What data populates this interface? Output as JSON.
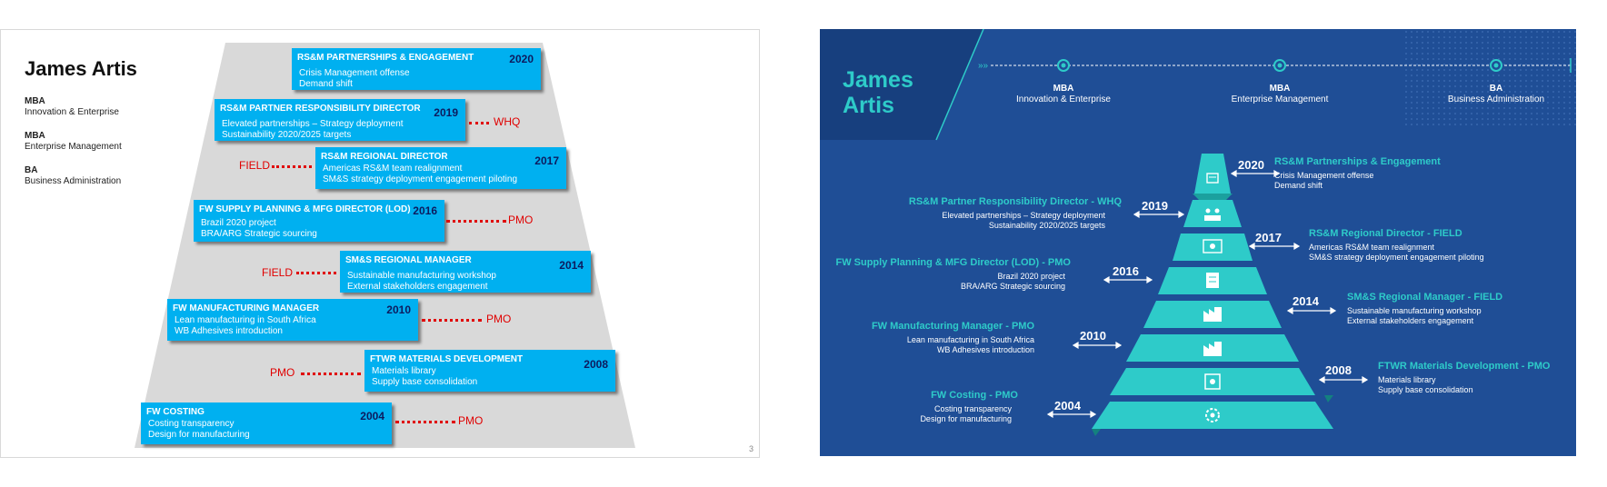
{
  "left": {
    "name": "James Artis",
    "degrees": [
      {
        "title": "MBA",
        "detail": "Innovation  & Enterprise"
      },
      {
        "title": "MBA",
        "detail": "Enterprise Management"
      },
      {
        "title": "BA",
        "detail": "Business Administration"
      }
    ],
    "roles": [
      {
        "title": "RS&M PARTNERSHIPS & ENGAGEMENT",
        "year": "2020",
        "lines": [
          "Crisis Management offense",
          "Demand shift"
        ],
        "tag": ""
      },
      {
        "title": "RS&M PARTNER RESPONSIBILITY DIRECTOR",
        "year": "2019",
        "lines": [
          "Elevated partnerships  – Strategy deployment",
          "Sustainability 2020/2025 targets"
        ],
        "tag": "WHQ"
      },
      {
        "title": "RS&M REGIONAL DIRECTOR",
        "year": "2017",
        "lines": [
          "Americas RS&M team realignment",
          "SM&S strategy deployment engagement piloting"
        ],
        "tag": "FIELD"
      },
      {
        "title": "FW SUPPLY PLANNING & MFG DIRECTOR (LOD)",
        "year": "2016",
        "lines": [
          "Brazil 2020 project",
          "BRA/ARG Strategic sourcing"
        ],
        "tag": "PMO"
      },
      {
        "title": "SM&S REGIONAL MANAGER",
        "year": "2014",
        "lines": [
          "Sustainable manufacturing workshop",
          "External stakeholders engagement"
        ],
        "tag": "FIELD"
      },
      {
        "title": "FW MANUFACTURING MANAGER",
        "year": "2010",
        "lines": [
          "Lean manufacturing  in South Africa",
          "WB Adhesives introduction"
        ],
        "tag": "PMO"
      },
      {
        "title": "FTWR MATERIALS DEVELOPMENT",
        "year": "2008",
        "lines": [
          "Materials library",
          "Supply base consolidation"
        ],
        "tag": "PMO"
      },
      {
        "title": "FW COSTING",
        "year": "2004",
        "lines": [
          "Costing transparency",
          "Design for manufacturing"
        ],
        "tag": "PMO"
      }
    ],
    "page_number": "3"
  },
  "right": {
    "name": "James Artis",
    "degrees": [
      {
        "title": "MBA",
        "detail": "Innovation  & Enterprise"
      },
      {
        "title": "MBA",
        "detail": "Enterprise Management"
      },
      {
        "title": "BA",
        "detail": "Business Administration"
      }
    ],
    "roles": [
      {
        "title": "RS&M Partnerships & Engagement",
        "year": "2020",
        "lines": [
          "Crisis Management offense",
          "Demand shift"
        ]
      },
      {
        "title": "RS&M Partner Responsibility Director - WHQ",
        "year": "2019",
        "lines": [
          "Elevated partnerships  – Strategy deployment",
          "Sustainability 2020/2025 targets"
        ]
      },
      {
        "title": "RS&M Regional Director - FIELD",
        "year": "2017",
        "lines": [
          "Americas RS&M team realignment",
          "SM&S strategy deployment engagement piloting"
        ]
      },
      {
        "title": "FW Supply Planning & MFG Director (LOD) - PMO",
        "year": "2016",
        "lines": [
          "Brazil 2020 project",
          "BRA/ARG Strategic sourcing"
        ]
      },
      {
        "title": "SM&S Regional Manager - FIELD",
        "year": "2014",
        "lines": [
          "Sustainable manufacturing workshop",
          "External stakeholders engagement"
        ]
      },
      {
        "title": "FW Manufacturing Manager - PMO",
        "year": "2010",
        "lines": [
          "Lean manufacturing  in South Africa",
          "WB Adhesives introduction"
        ]
      },
      {
        "title": "FTWR Materials Development - PMO",
        "year": "2008",
        "lines": [
          "Materials library",
          "Supply base consolidation"
        ]
      },
      {
        "title": "FW Costing - PMO",
        "year": "2004",
        "lines": [
          "Costing transparency",
          "Design for manufacturing"
        ]
      }
    ],
    "icons": [
      "handshake-icon",
      "people-icon",
      "team-icon",
      "document-icon",
      "factory-icon",
      "factory-icon",
      "gear-box-icon",
      "settings-icon"
    ]
  },
  "colors": {
    "left_box": "#00b0f0",
    "left_tag": "#e00000",
    "right_bg": "#1f4e96",
    "teal": "#2ecbc9"
  }
}
